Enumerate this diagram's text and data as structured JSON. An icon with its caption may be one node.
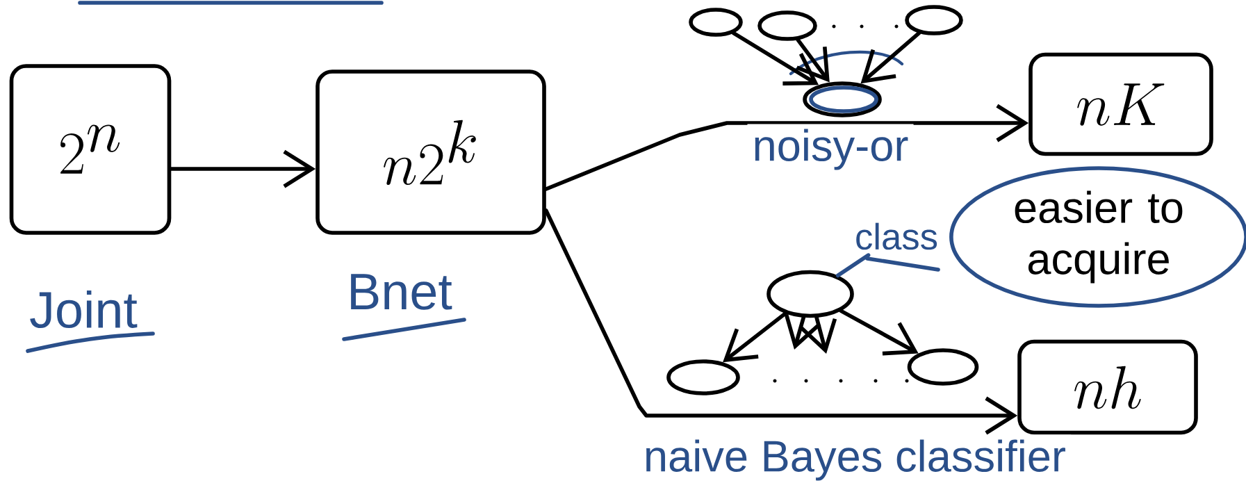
{
  "diagram": {
    "nodes": [
      {
        "text": [
          "2^{n}"
        ],
        "beside": [
          "Joint"
        ]
      },
      {
        "text": [
          "n2^{k}"
        ],
        "beside": [
          "Bnet"
        ]
      },
      {
        "text": [],
        "shape": "ellipse"
      },
      {
        "text": [],
        "shape": "ellipse"
      },
      {
        "text": [],
        "shape": "ellipse"
      },
      {
        "text": [],
        "shape": "ellipse"
      },
      {
        "text": [
          "nK"
        ]
      },
      {
        "text": [
          "easier to acquire"
        ]
      },
      {
        "text": [
          "class"
        ]
      },
      {
        "text": [],
        "shape": "ellipse"
      },
      {
        "text": [],
        "shape": "ellipse"
      },
      {
        "text": [],
        "shape": "ellipse"
      },
      {
        "text": [
          "nh"
        ]
      }
    ],
    "edges": [
      {
        "from": 0,
        "to": 1,
        "arrow": "to"
      },
      {
        "from": 1,
        "to": 6,
        "arrow": "to",
        "label": "noisy-or"
      },
      {
        "from": 1,
        "to": 12,
        "arrow": "to",
        "label": "naive Bayes classifier"
      },
      {
        "from": 2,
        "to": 5,
        "arrow": "to"
      },
      {
        "from": 3,
        "to": 5,
        "arrow": "to"
      },
      {
        "from": 4,
        "to": 5,
        "arrow": "to"
      },
      {
        "from": 8,
        "to": 9,
        "arrow": "none",
        "color": "#2a4f8a"
      },
      {
        "from": 9,
        "to": 10,
        "arrow": "to"
      },
      {
        "from": 9,
        "to": null,
        "arrow": "to"
      },
      {
        "from": 9,
        "to": null,
        "arrow": "to"
      },
      {
        "from": 9,
        "to": 11,
        "arrow": "to"
      }
    ]
  }
}
